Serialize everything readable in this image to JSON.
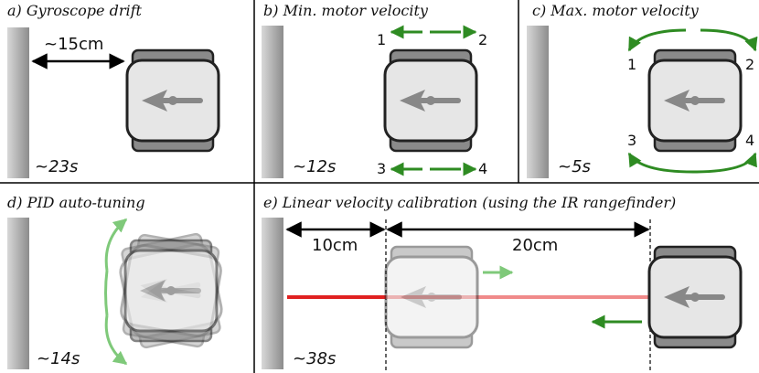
{
  "panels": {
    "a": {
      "title": "a) Gyroscope drift",
      "distance": "~15cm",
      "time": "~23s"
    },
    "b": {
      "title": "b) Min. motor velocity",
      "time": "~12s",
      "motors": [
        "1",
        "2",
        "3",
        "4"
      ]
    },
    "c": {
      "title": "c) Max. motor velocity",
      "time": "~5s",
      "motors": [
        "1",
        "2",
        "3",
        "4"
      ]
    },
    "d": {
      "title": "d) PID auto-tuning",
      "time": "~14s"
    },
    "e": {
      "title": "e) Linear velocity calibration (using the IR rangefinder)",
      "distance_near": "10cm",
      "distance_far": "20cm",
      "time": "~38s"
    }
  },
  "colors": {
    "wall": "#9a9a9a",
    "robot_body": "#e6e6e6",
    "wheel": "#8a8a8a",
    "arrow_green": "#2e8b22",
    "arrow_green_light": "#7fc97a",
    "laser_red": "#e02020",
    "laser_red_light": "#f08a8a",
    "divider": "#000000"
  }
}
